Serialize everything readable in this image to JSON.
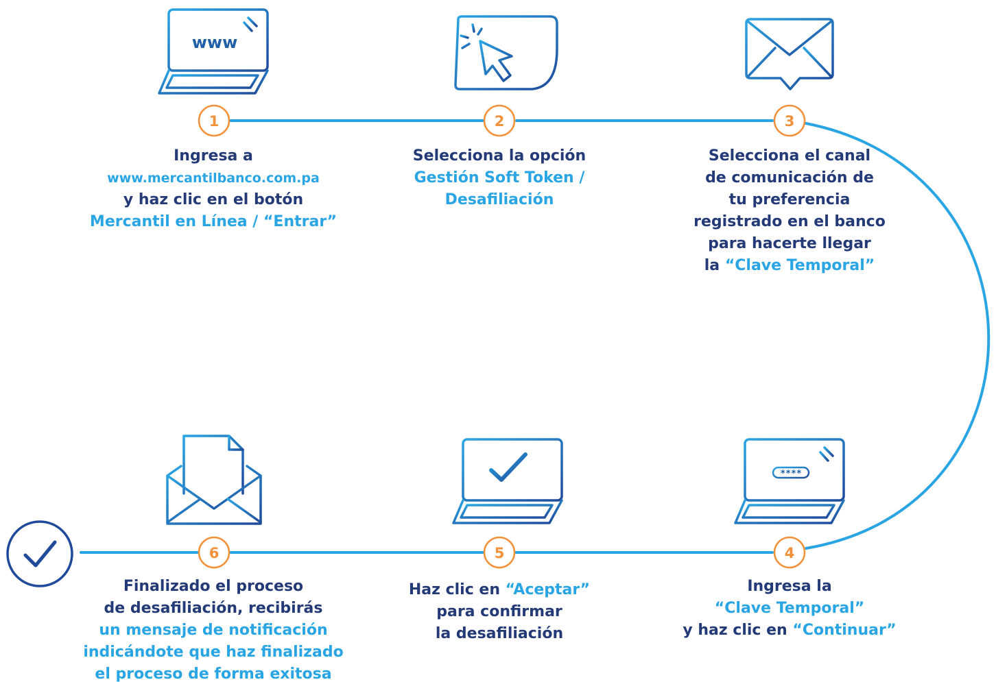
{
  "steps": [
    {
      "number": "1",
      "icon": "laptop-www-icon",
      "www_label": "www",
      "text": {
        "l1": "Ingresa a",
        "l2": "www.mercantilbanco.com.pa",
        "l3": "y haz clic en el botón",
        "l4": "Mercantil en Línea / “Entrar”"
      }
    },
    {
      "number": "2",
      "icon": "cursor-click-icon",
      "text": {
        "l1": "Selecciona la opción",
        "l2": "Gestión Soft Token /",
        "l3": "Desafiliación"
      }
    },
    {
      "number": "3",
      "icon": "envelope-message-icon",
      "text": {
        "l1": "Selecciona el canal",
        "l2": "de comunicación de",
        "l3": "tu preferencia",
        "l4": "registrado en el banco",
        "l5": "para hacerte  llegar",
        "l6a": "la ",
        "l6b": "“Clave Temporal”"
      }
    },
    {
      "number": "4",
      "icon": "laptop-password-icon",
      "password_label": "****",
      "text": {
        "l1": "Ingresa la",
        "l2": "“Clave Temporal”",
        "l3a": "y haz clic en ",
        "l3b": "“Continuar”"
      }
    },
    {
      "number": "5",
      "icon": "laptop-check-icon",
      "text": {
        "l1a": "Haz clic en ",
        "l1b": "“Aceptar”",
        "l2": "para confirmar",
        "l3": "la desafiliación"
      }
    },
    {
      "number": "6",
      "icon": "envelope-document-icon",
      "text": {
        "l1": "Finalizado el proceso",
        "l2": "de desafiliación, recibirás",
        "l3": "un mensaje de notificación",
        "l4": "indicándote que haz finalizado",
        "l5": "el proceso de forma exitosa"
      }
    }
  ],
  "final_icon": "check-circle-icon",
  "colors": {
    "dark_blue": "#233a77",
    "light_blue": "#2aa5e4",
    "orange": "#f1923a",
    "icon_blue": "#1f5fa8"
  }
}
